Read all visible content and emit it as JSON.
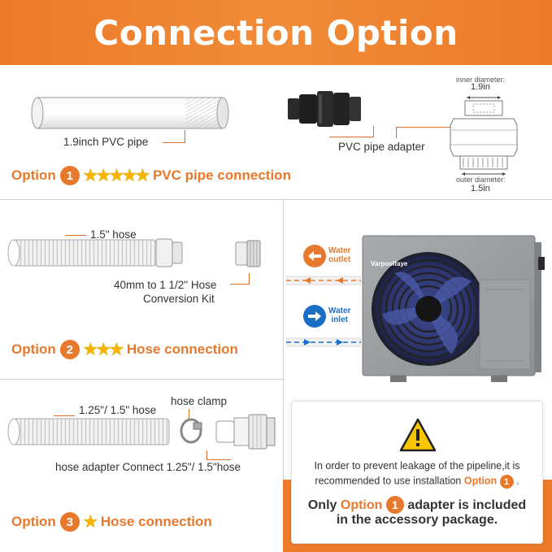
{
  "header": {
    "title": "Connection Option"
  },
  "section1": {
    "pipe_label": "1.9inch PVC pipe",
    "adapter_label": "PVC pipe adapter",
    "inner_diameter_label": "inner diameter:",
    "inner_diameter_value": "1.9in",
    "outer_diameter_label": "outer diameter:",
    "outer_diameter_value": "1.5in",
    "option_word": "Option",
    "option_number": "1",
    "stars": "★★★★★",
    "star_count": 5,
    "title": "PVC pipe connection"
  },
  "section2": {
    "hose_label": "1.5\" hose",
    "kit_label_line1": "40mm to 1 1/2\" Hose",
    "kit_label_line2": "Conversion Kit",
    "option_word": "Option",
    "option_number": "2",
    "stars": "★★★",
    "star_count": 3,
    "title": "Hose connection"
  },
  "section3": {
    "hose_label": "1.25\"/ 1.5\" hose",
    "clamp_label": "hose clamp",
    "adapter_label": "hose adapter Connect 1.25\"/ 1.5\"hose",
    "option_word": "Option",
    "option_number": "3",
    "stars": "★",
    "star_count": 1,
    "title": "Hose connection"
  },
  "heatpump": {
    "brand": "Varpoolfaye",
    "water_outlet_line1": "Water",
    "water_outlet_line2": "outlet",
    "water_inlet_line1": "Water",
    "water_inlet_line2": "inlet"
  },
  "notice": {
    "line1": "In order to prevent leakage of the pipeline,it is",
    "line2_prefix": "recommended to use installation",
    "line2_option": "Option",
    "line2_number": "1",
    "line2_suffix": ".",
    "big_prefix": "Only",
    "big_option": "Option",
    "big_number": "1",
    "big_suffix": "adapter is included",
    "big_line2": "in the accessory package."
  },
  "colors": {
    "accent": "#e8782b",
    "star": "#f5b400",
    "inlet_blue": "#1a6fc4"
  }
}
